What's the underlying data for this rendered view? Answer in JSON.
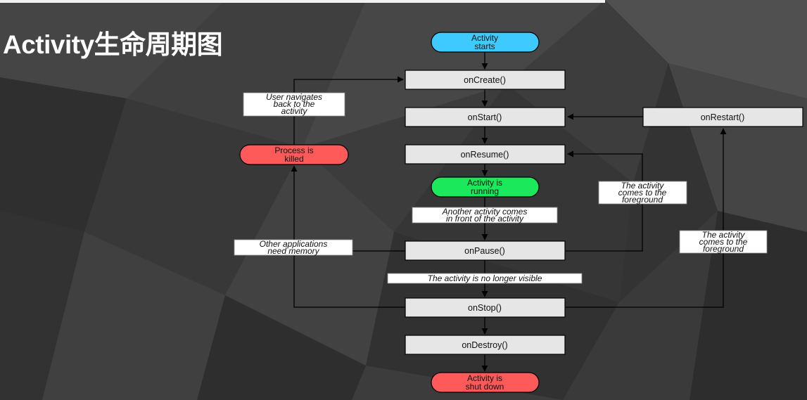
{
  "page_title": "Activity生命周期图",
  "states": {
    "starts": [
      "Activity",
      "starts"
    ],
    "running": [
      "Activity is",
      "running"
    ],
    "killed": [
      "Process is",
      "killed"
    ],
    "shutdown": [
      "Activity is",
      "shut down"
    ]
  },
  "methods": {
    "create": "onCreate()",
    "start": "onStart()",
    "restart": "onRestart()",
    "resume": "onResume()",
    "pause": "onPause()",
    "stop": "onStop()",
    "destroy": "onDestroy()"
  },
  "labels": {
    "navigate_back": [
      "User navigates",
      "back to the",
      "activity"
    ],
    "another_activity": [
      "Another activity comes",
      "in front of the activity"
    ],
    "other_apps": [
      "Other applications",
      "need memory"
    ],
    "foreground_resume": [
      "The activity",
      "comes to the",
      "foreground"
    ],
    "foreground_restart": [
      "The activity",
      "comes to the",
      "foreground"
    ],
    "not_visible": [
      "The activity is no longer visible"
    ]
  },
  "colors": {
    "starts": "#3ec9ff",
    "running": "#1be85a",
    "killed": "#ff5a5a",
    "shutdown": "#ff5a5a",
    "method_fill": "#e6e6e6",
    "label_fill": "#ffffff",
    "line": "#000000"
  }
}
